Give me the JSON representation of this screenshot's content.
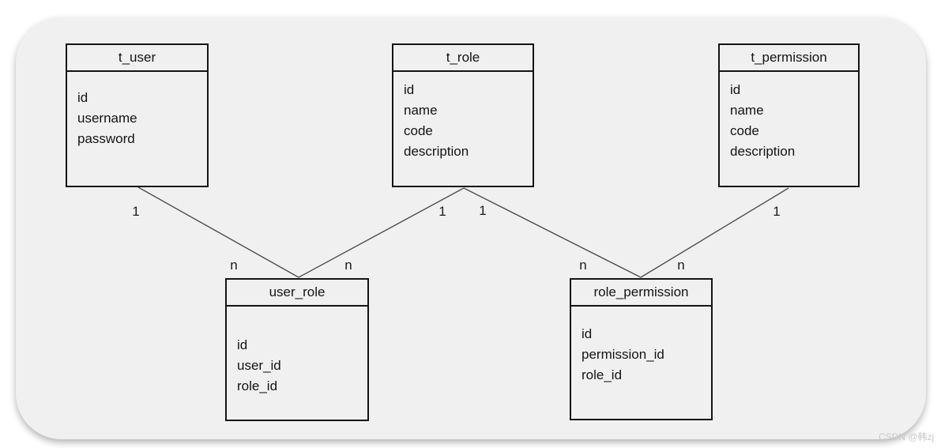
{
  "diagram": {
    "tables": [
      {
        "name": "t_user",
        "fields": [
          "id",
          "username",
          "password"
        ]
      },
      {
        "name": "t_role",
        "fields": [
          "id",
          "name",
          "code",
          "description"
        ]
      },
      {
        "name": "t_permission",
        "fields": [
          "id",
          "name",
          "code",
          "description"
        ]
      },
      {
        "name": "user_role",
        "fields": [
          "id",
          "user_id",
          "role_id"
        ]
      },
      {
        "name": "role_permission",
        "fields": [
          "id",
          "permission_id",
          "role_id"
        ]
      }
    ],
    "relationships": [
      {
        "from": "t_user",
        "to": "user_role",
        "from_card": "1",
        "to_card": "n"
      },
      {
        "from": "t_role",
        "to": "user_role",
        "from_card": "1",
        "to_card": "n"
      },
      {
        "from": "t_role",
        "to": "role_permission",
        "from_card": "1",
        "to_card": "n"
      },
      {
        "from": "t_permission",
        "to": "role_permission",
        "from_card": "1",
        "to_card": "n"
      }
    ]
  },
  "watermark": "CSDN @韩zj",
  "colors": {
    "panel_background": "#f0f0f0",
    "entity_border": "#141414",
    "relationship_line": "#4f4f4f",
    "watermark_text": "#c9c9c9"
  }
}
